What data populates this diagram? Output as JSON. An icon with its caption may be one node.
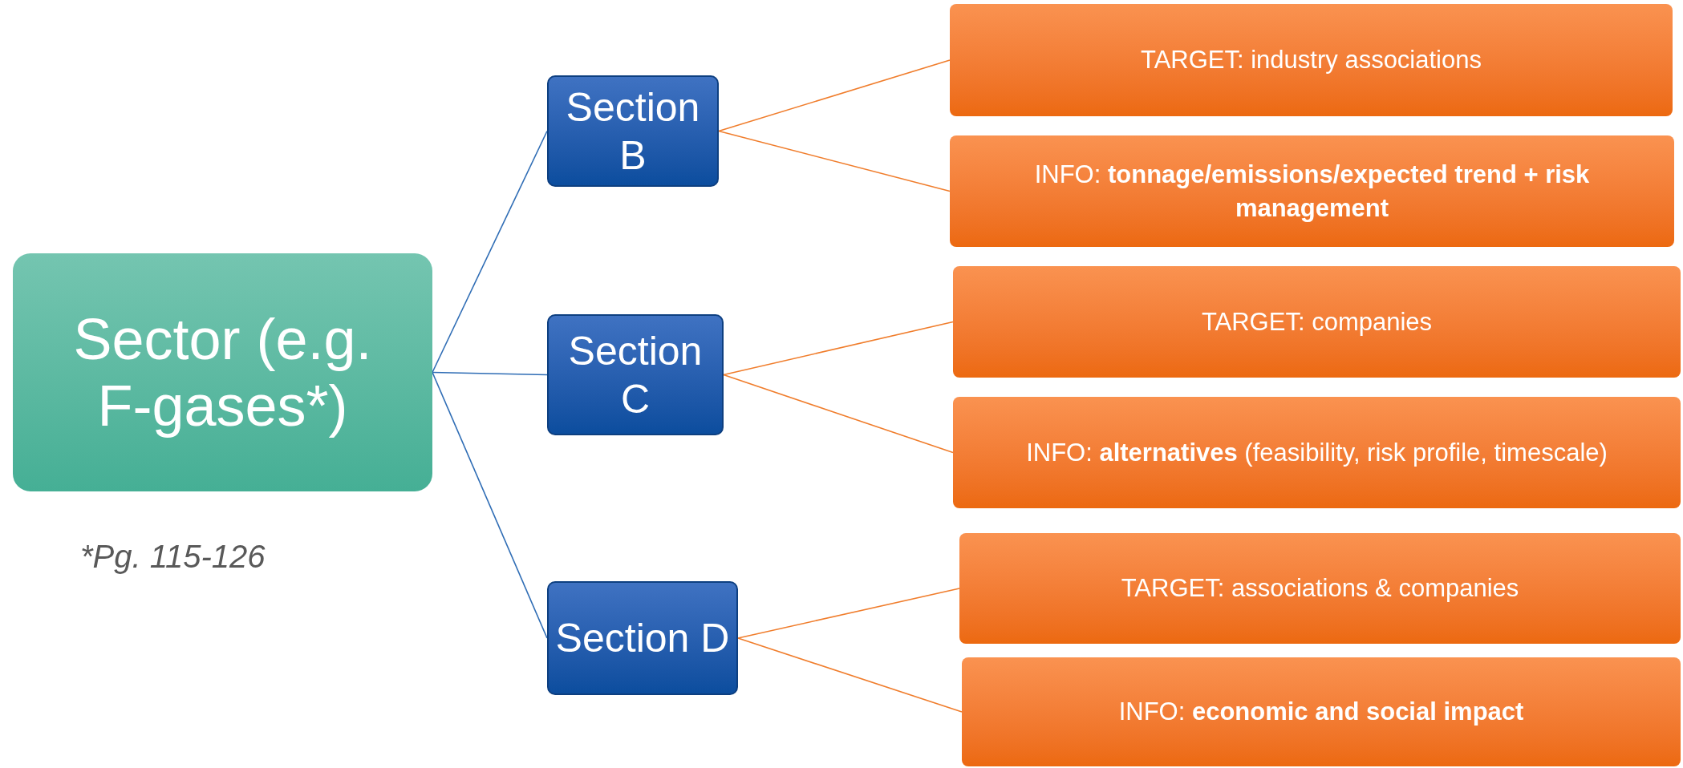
{
  "diagram": {
    "nodes": [
      {
        "text": [
          "Sector (e.g. F-gases*)"
        ]
      },
      {
        "text": [
          "Section B"
        ]
      },
      {
        "text": [
          "Section C"
        ]
      },
      {
        "text": [
          "Section D"
        ]
      },
      {
        "text": [
          "TARGET: industry associations"
        ]
      },
      {
        "text": [
          "INFO: **tonnage/emissions/expected trend + risk management**"
        ]
      },
      {
        "text": [
          "TARGET: companies"
        ]
      },
      {
        "text": [
          "INFO: **alternatives** (feasibility, risk profile, timescale)"
        ]
      },
      {
        "text": [
          "TARGET: associations & companies"
        ]
      },
      {
        "text": [
          "INFO: **economic and social impact**"
        ]
      }
    ],
    "edges": [
      {
        "from": 0,
        "to": 1,
        "arrow": "none",
        "color": "#2f6db5"
      },
      {
        "from": 0,
        "to": 2,
        "arrow": "none",
        "color": "#2f6db5"
      },
      {
        "from": 0,
        "to": 3,
        "arrow": "none",
        "color": "#2f6db5"
      },
      {
        "from": 1,
        "to": 4,
        "arrow": "none"
      },
      {
        "from": 1,
        "to": 5,
        "arrow": "none"
      },
      {
        "from": 2,
        "to": 6,
        "arrow": "none"
      },
      {
        "from": 2,
        "to": 7,
        "arrow": "none"
      },
      {
        "from": 3,
        "to": 8,
        "arrow": "none"
      },
      {
        "from": 3,
        "to": 9,
        "arrow": "none"
      }
    ],
    "labels": [
      "*Pg. 115-126"
    ]
  }
}
